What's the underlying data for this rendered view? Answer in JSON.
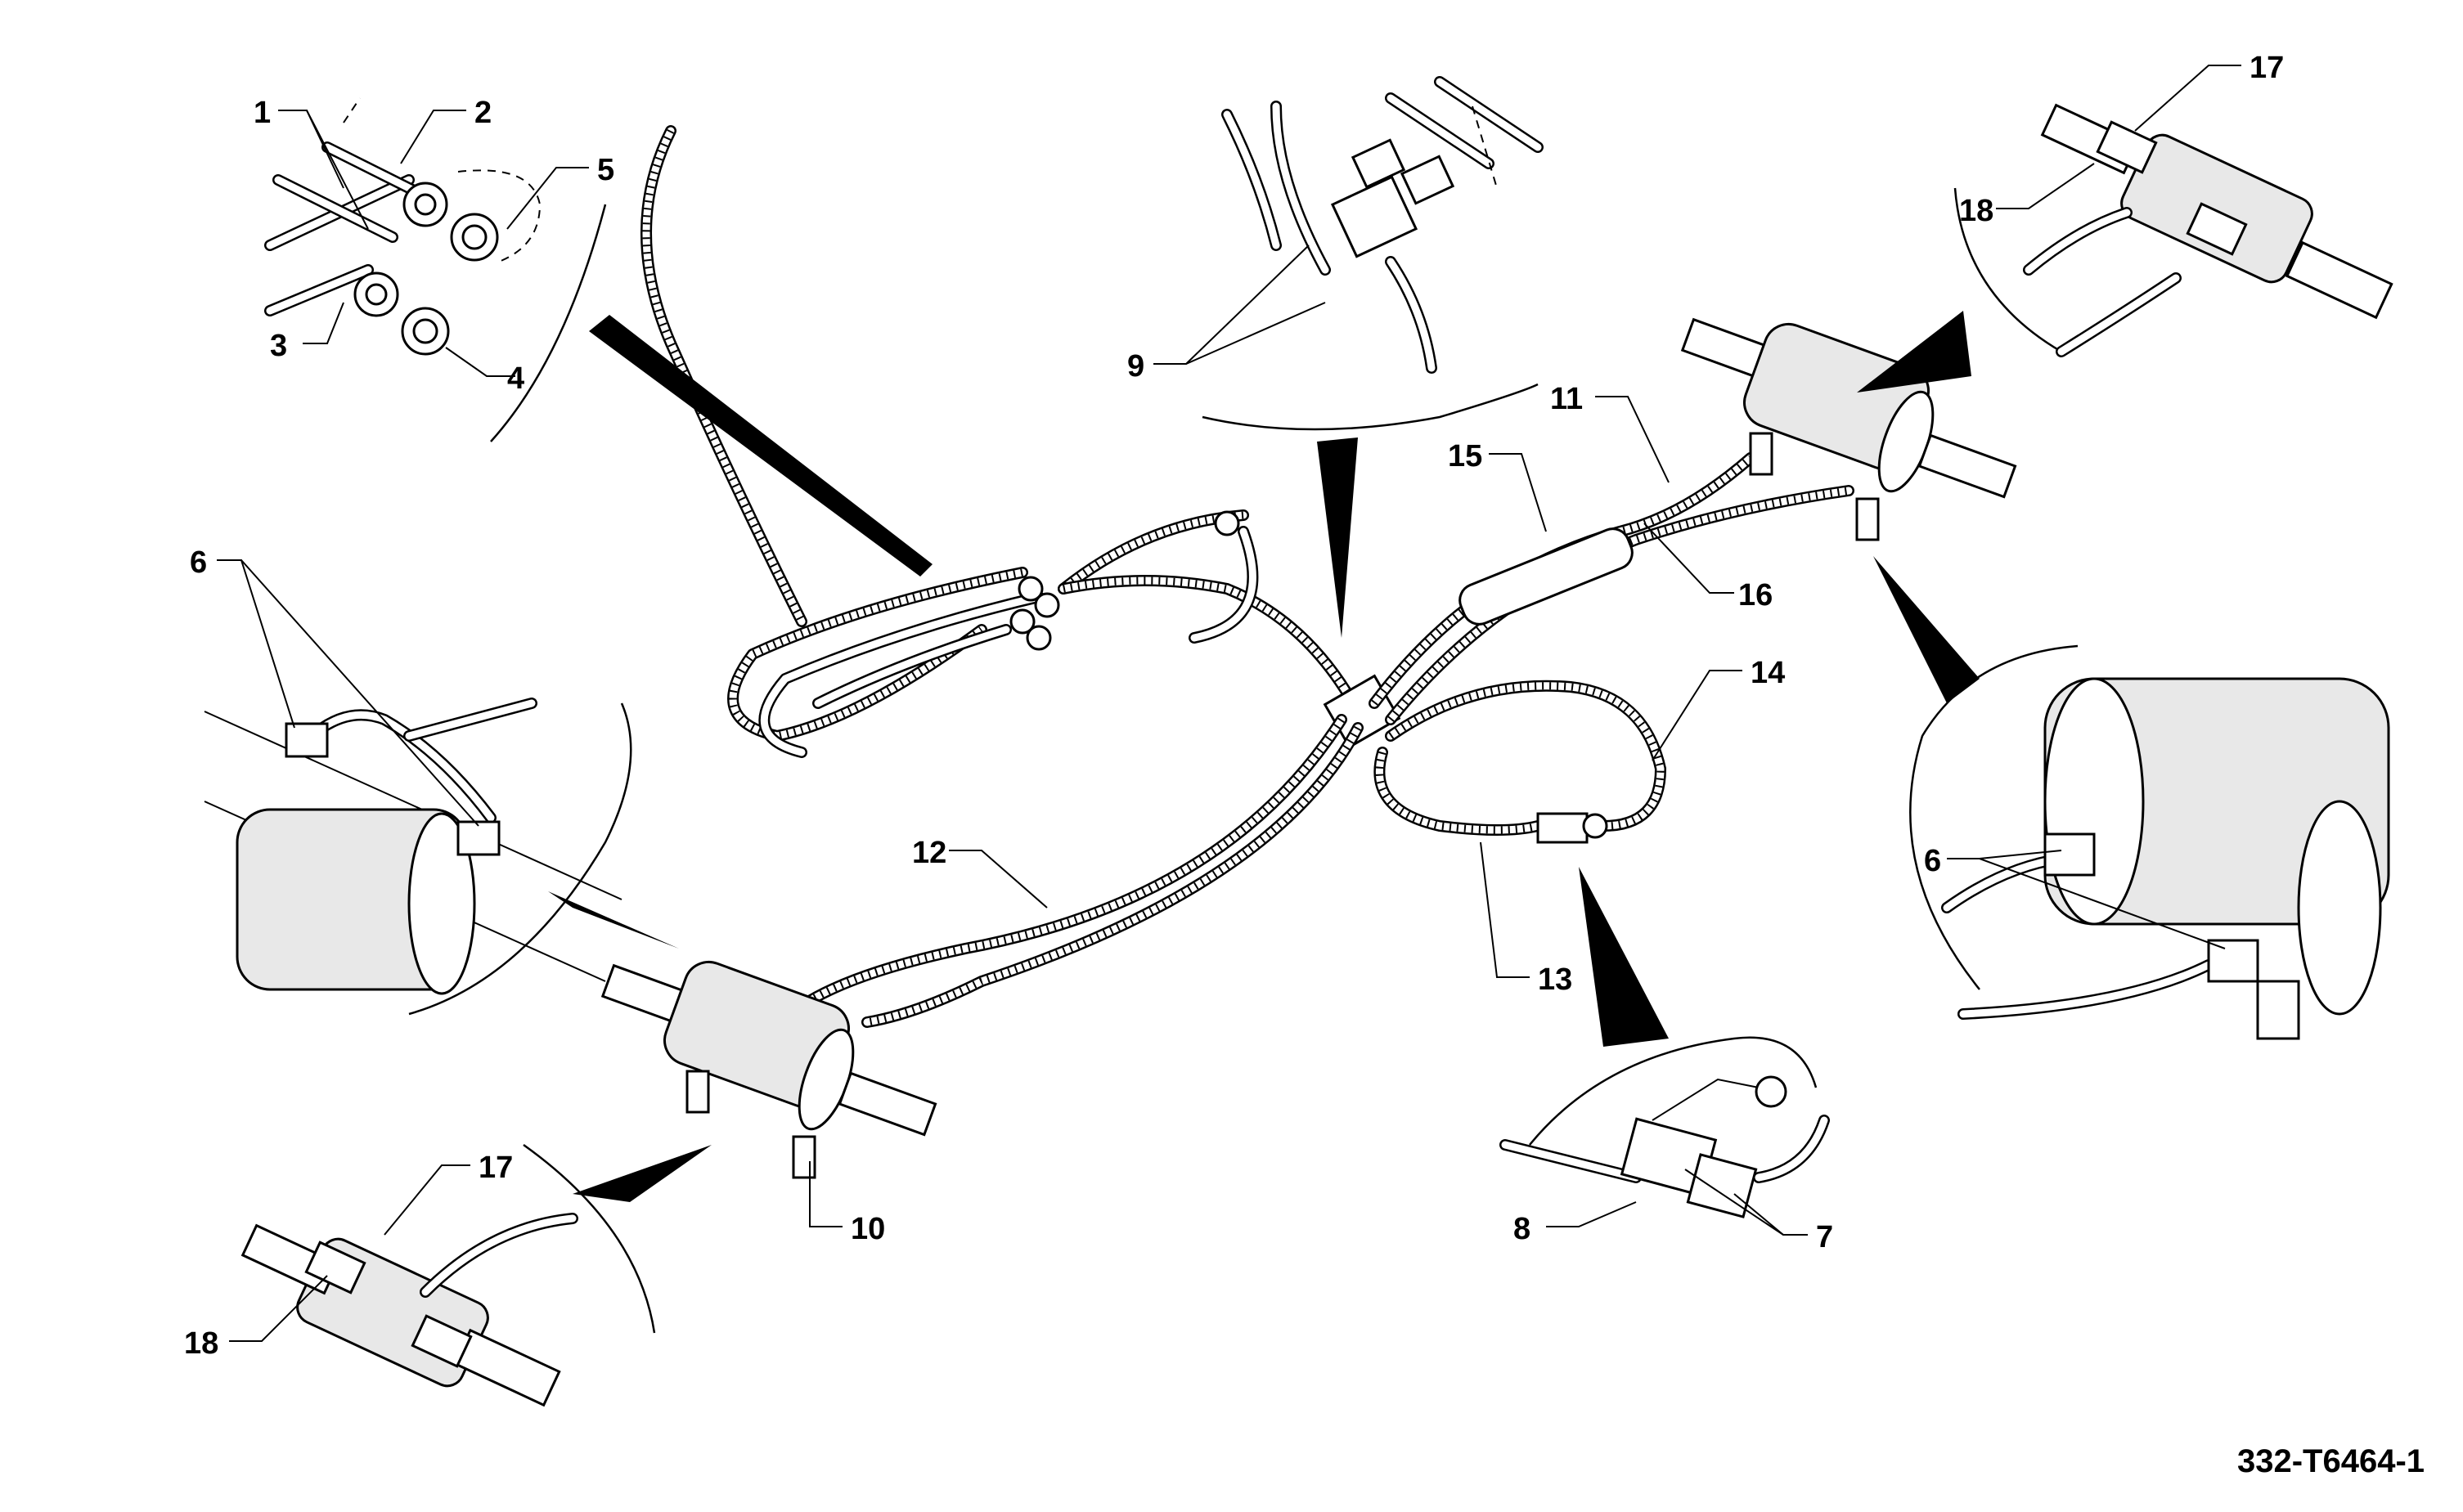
{
  "figure_id": "332-T6464-1",
  "callouts": {
    "c1": "1",
    "c2": "2",
    "c3": "3",
    "c4": "4",
    "c5": "5",
    "c6a": "6",
    "c6b": "6",
    "c7": "7",
    "c8": "8",
    "c9": "9",
    "c10": "10",
    "c11": "11",
    "c12": "12",
    "c13": "13",
    "c14": "14",
    "c15": "15",
    "c16": "16",
    "c17a": "17",
    "c17b": "17",
    "c18a": "18",
    "c18b": "18"
  }
}
